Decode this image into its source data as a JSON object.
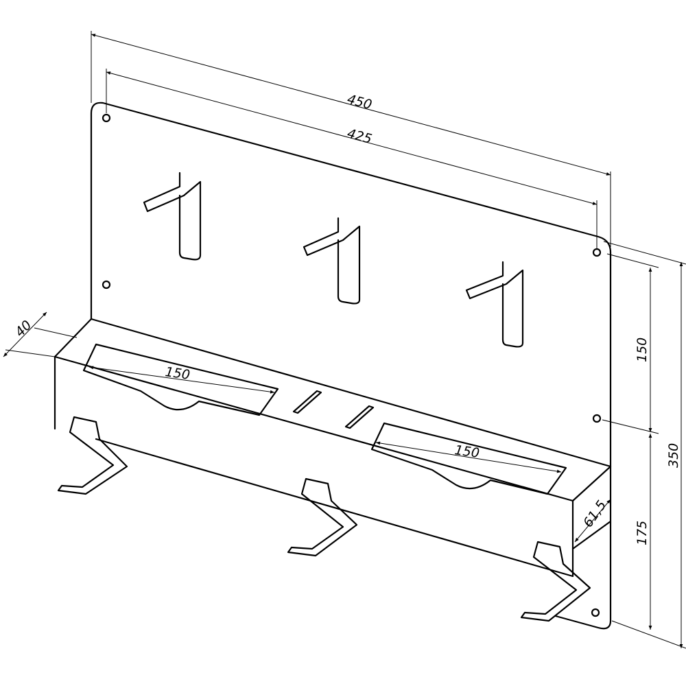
{
  "drawing": {
    "dimensions": {
      "overall_width": "450",
      "hole_spacing_width": "425",
      "shelf_depth": "40",
      "tray_left_width": "150",
      "tray_right_width": "150",
      "upper_hole_spacing": "150",
      "overall_height": "350",
      "lower_height": "175",
      "side_depth": "61,5"
    },
    "line_color": "#000000",
    "background": "#ffffff"
  }
}
